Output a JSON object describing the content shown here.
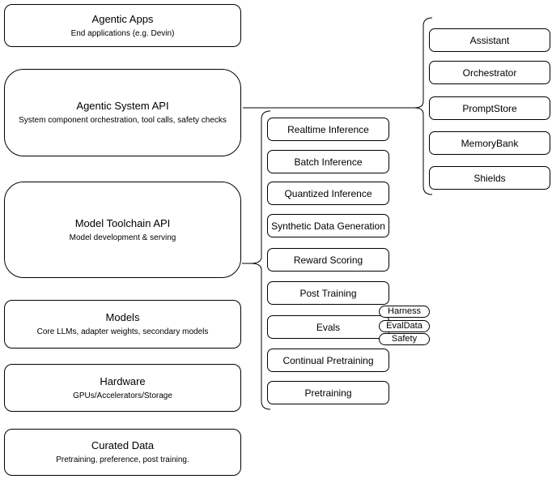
{
  "diagram": {
    "background": "#ffffff",
    "stroke_color": "#000000",
    "left_column": {
      "boxes": [
        {
          "title": "Agentic Apps",
          "subtitle": "End applications (e.g. Devin)"
        },
        {
          "title": "Agentic System API",
          "subtitle": "System component orchestration, tool calls, safety checks"
        },
        {
          "title": "Model Toolchain API",
          "subtitle": "Model development & serving"
        },
        {
          "title": "Models",
          "subtitle": "Core LLMs, adapter weights, secondary models"
        },
        {
          "title": "Hardware",
          "subtitle": "GPUs/Accelerators/Storage"
        },
        {
          "title": "Curated Data",
          "subtitle": "Pretraining, preference, post training."
        }
      ]
    },
    "middle_column": {
      "boxes": [
        {
          "label": "Realtime Inference"
        },
        {
          "label": "Batch Inference"
        },
        {
          "label": "Quantized Inference"
        },
        {
          "label": "Synthetic Data Generation"
        },
        {
          "label": "Reward Scoring"
        },
        {
          "label": "Post Training"
        },
        {
          "label": "Evals"
        },
        {
          "label": "Continual Pretraining"
        },
        {
          "label": "Pretraining"
        }
      ]
    },
    "evals_tags": {
      "items": [
        {
          "label": "Harness"
        },
        {
          "label": "EvalData"
        },
        {
          "label": "Safety"
        }
      ]
    },
    "right_column": {
      "boxes": [
        {
          "label": "Assistant"
        },
        {
          "label": "Orchestrator"
        },
        {
          "label": "PromptStore"
        },
        {
          "label": "MemoryBank"
        },
        {
          "label": "Shields"
        }
      ]
    }
  }
}
